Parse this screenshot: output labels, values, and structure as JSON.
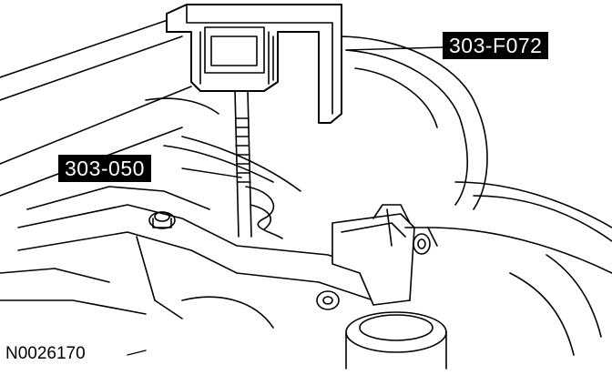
{
  "callouts": {
    "tool_a": "303-F072",
    "tool_b": "303-050"
  },
  "figure_id": "N0026170",
  "colors": {
    "ink": "#000000",
    "paper": "#ffffff",
    "label_bg": "#000000",
    "label_text": "#ffffff"
  }
}
